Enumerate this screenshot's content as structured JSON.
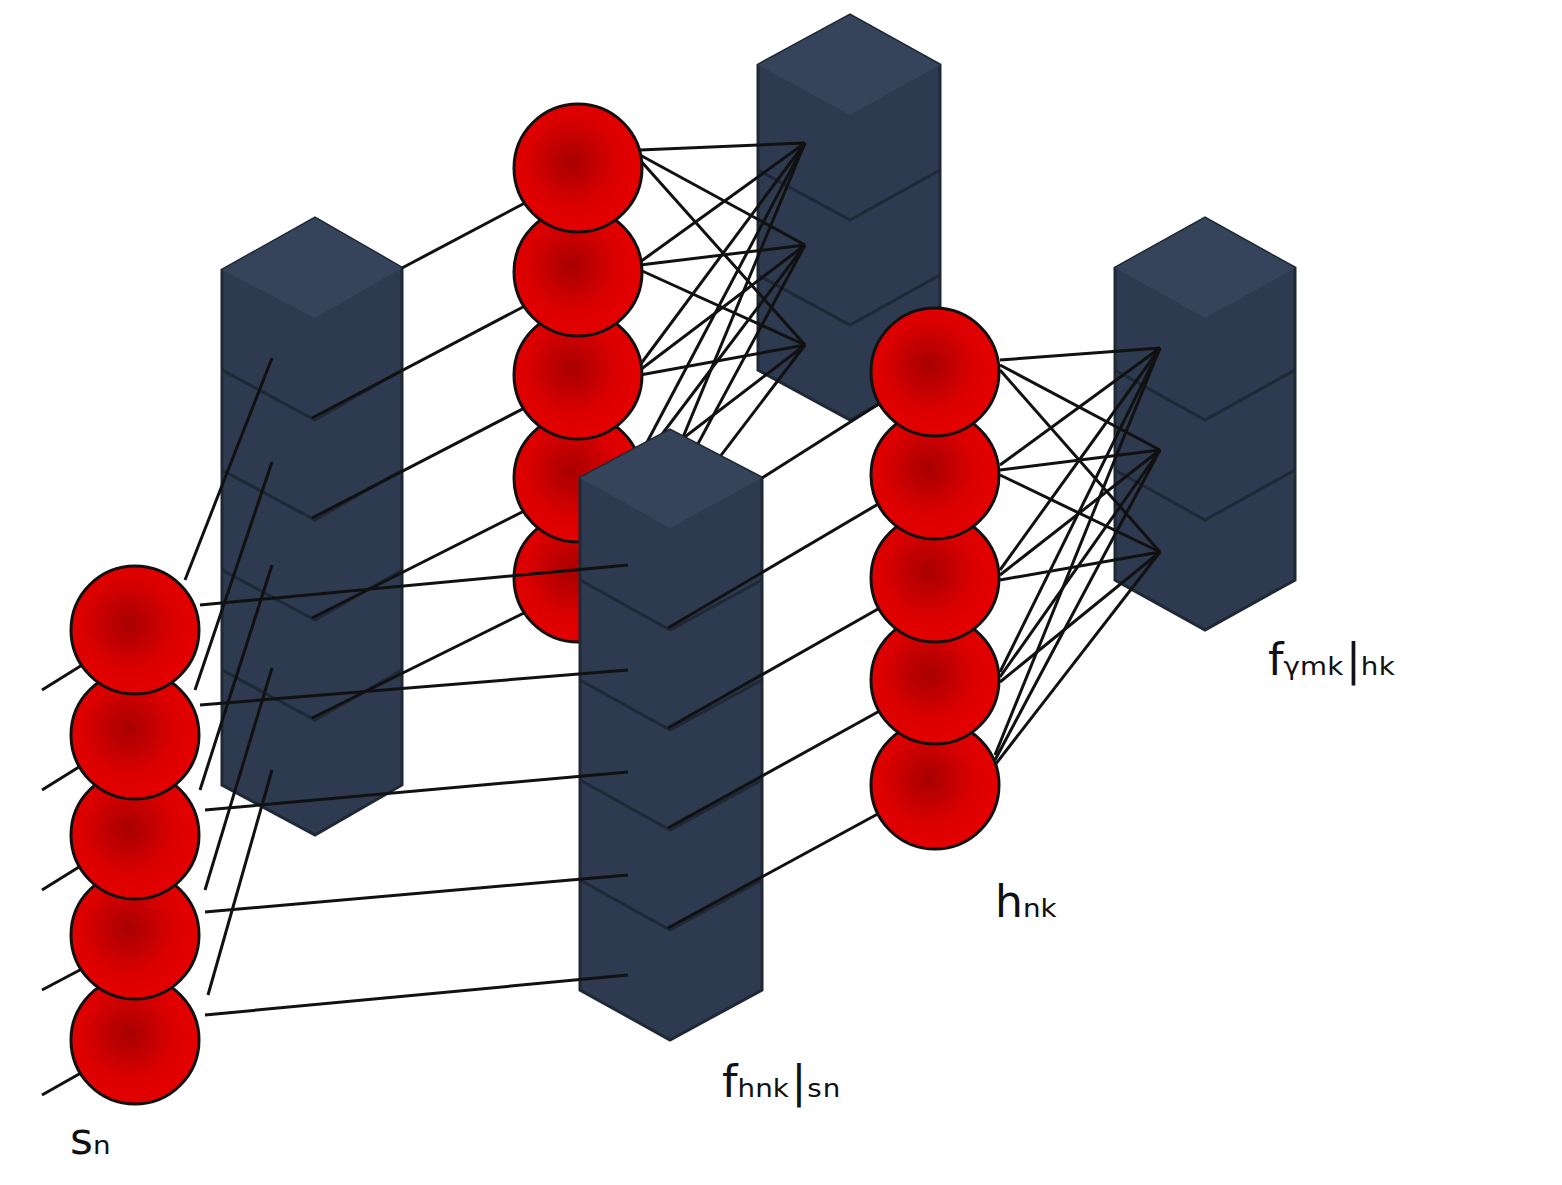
{
  "diagram": {
    "labels": [
      "sₙ",
      "hₙₖ",
      "fₕₙₖ|ₛₙ",
      "fᵧₘₖ|ₕₖ"
    ]
  }
}
